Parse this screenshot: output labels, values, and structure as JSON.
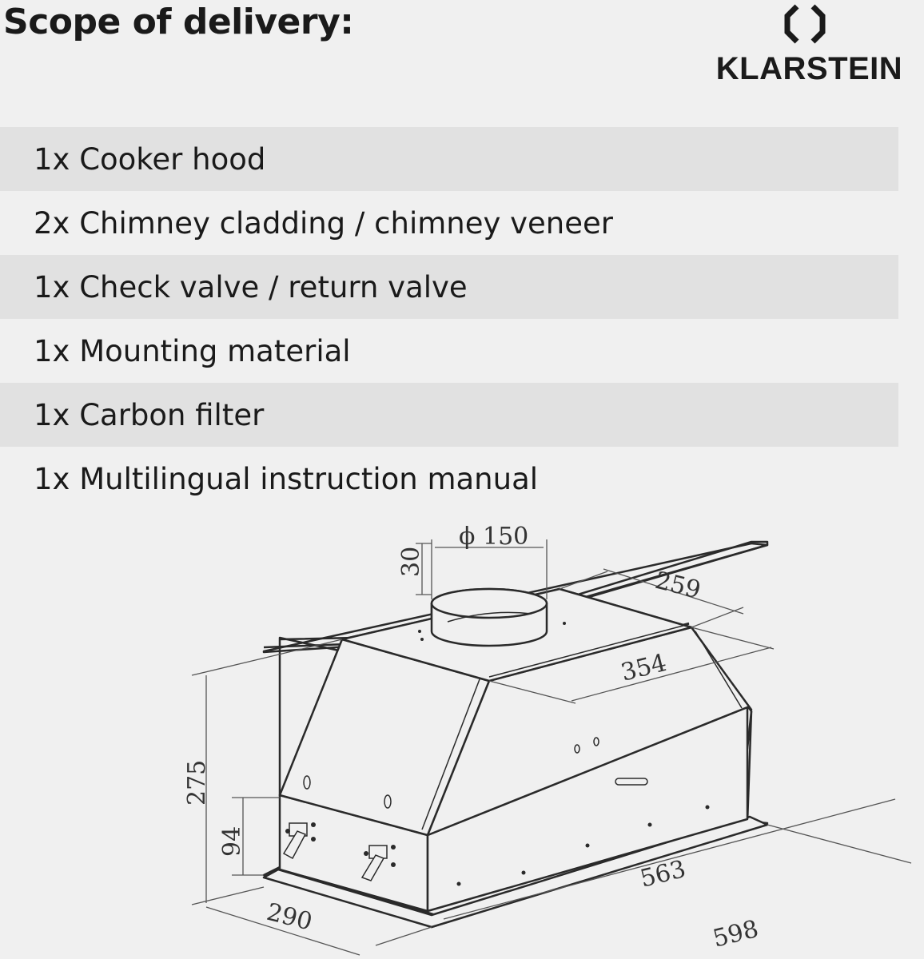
{
  "title": "Scope of delivery:",
  "brand": {
    "name": "KLARSTEIN",
    "logo_icon": "klarstein-diamond-logo-icon"
  },
  "items": [
    "1x Cooker hood",
    "2x Chimney cladding / chimney veneer",
    "1x Check valve / return valve",
    "1x Mounting material",
    "1x Carbon filter",
    "1x Multilingual instruction manual"
  ],
  "dimensions": {
    "duct_diameter": "ϕ 150",
    "collar_height": "30",
    "top_depth": "259",
    "top_width": "354",
    "total_height": "275",
    "front_height": "94",
    "depth": "290",
    "body_width": "563",
    "total_width": "598"
  },
  "colors": {
    "background": "#f0f0f0",
    "row_shade": "#e1e1e1",
    "text": "#1a1a1a"
  }
}
